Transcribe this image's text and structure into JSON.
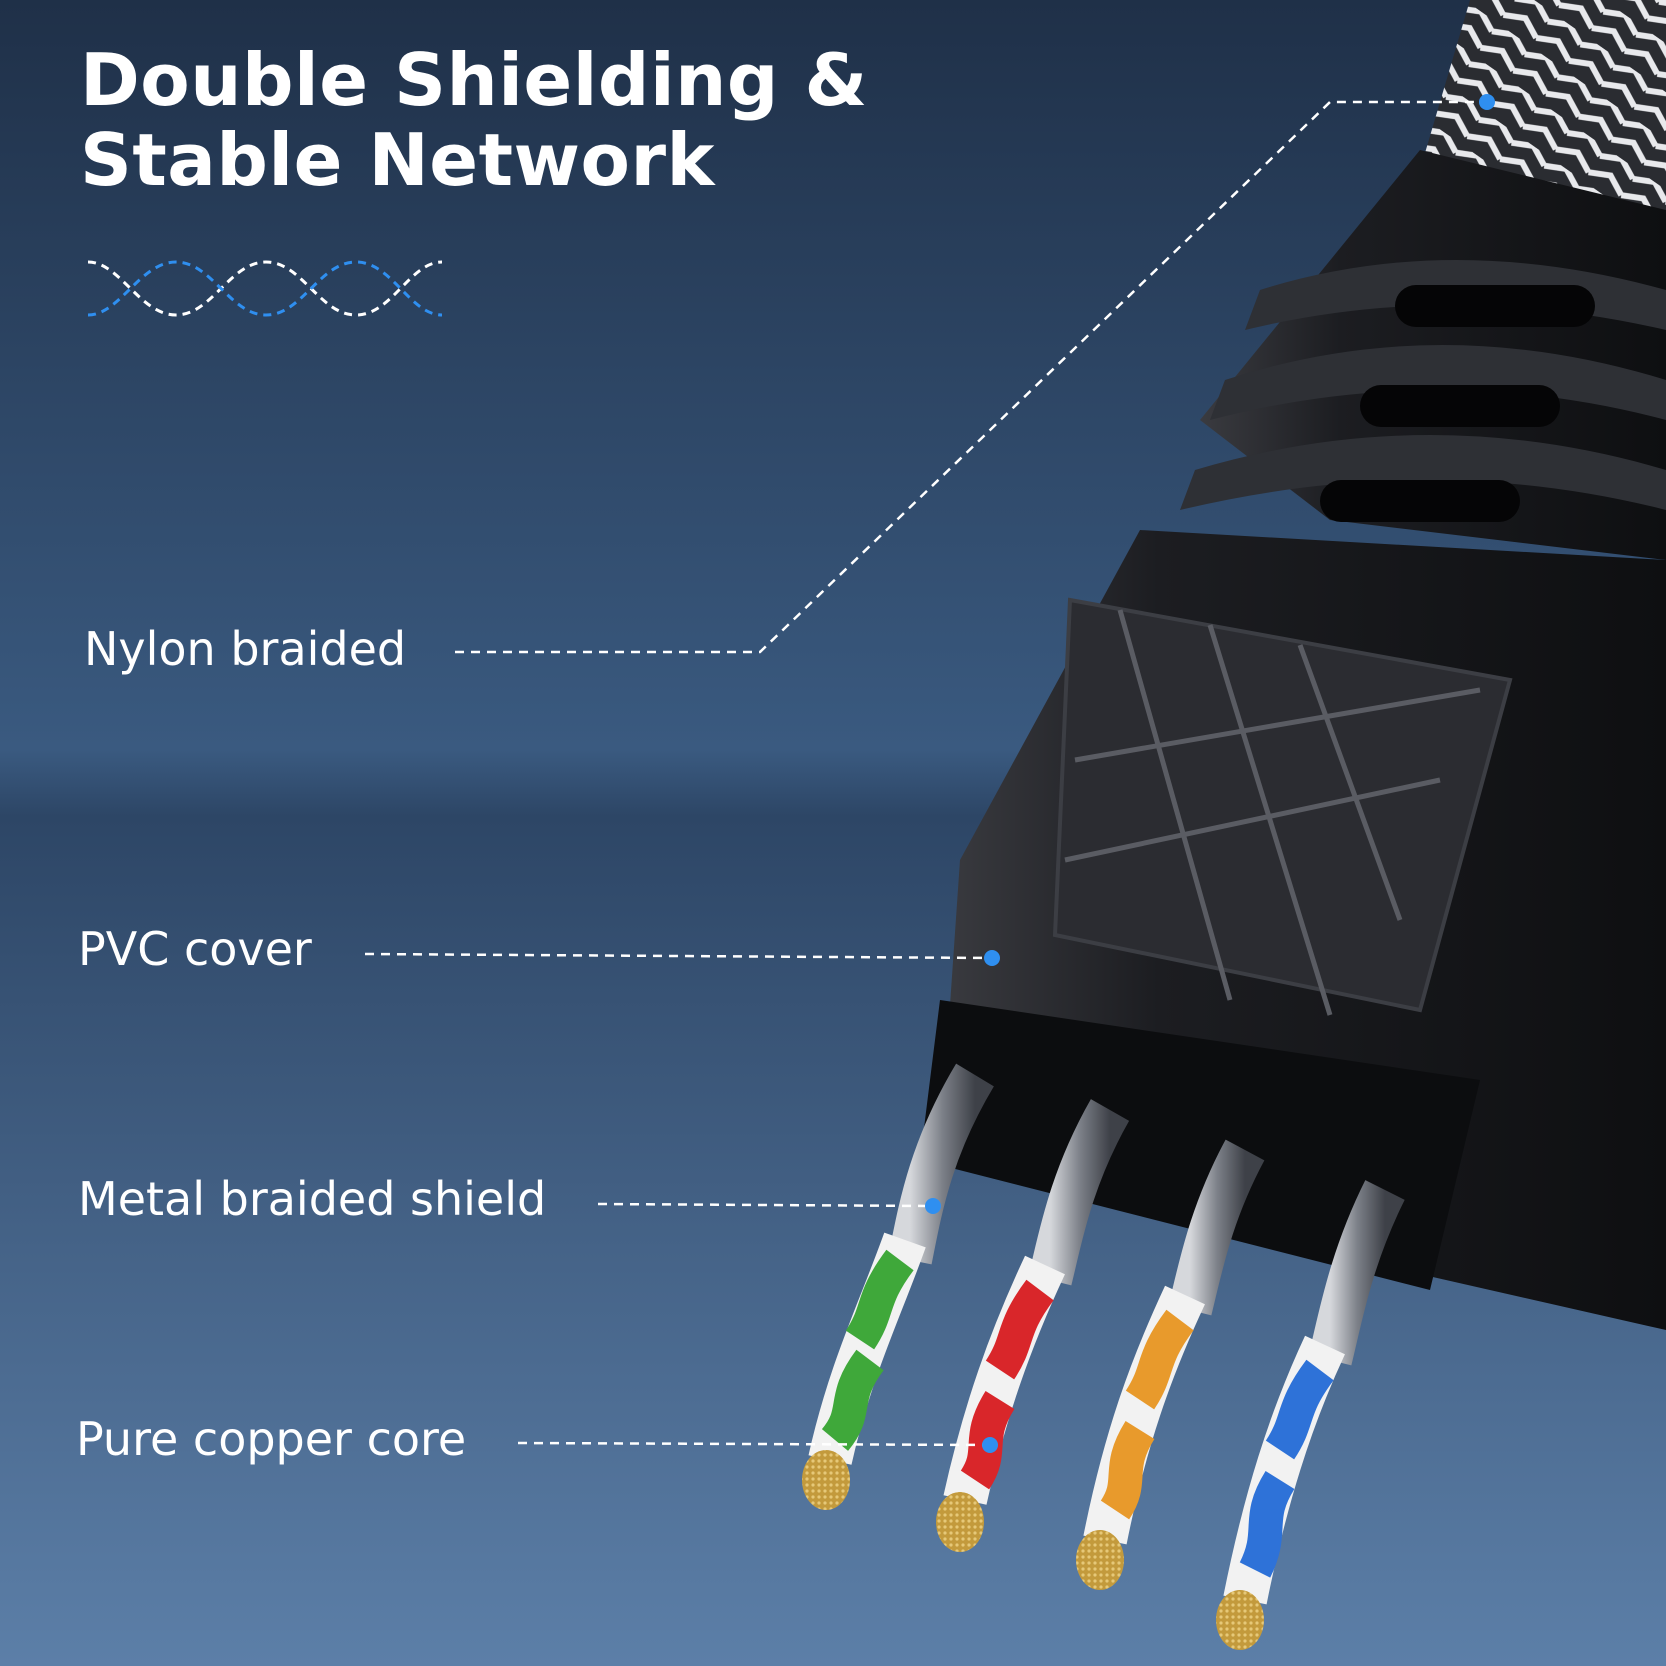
{
  "headline": {
    "line1": "Double Shielding &",
    "line2": "Stable Network"
  },
  "callouts": [
    {
      "id": "nylon",
      "label": "Nylon braided"
    },
    {
      "id": "pvc",
      "label": "PVC cover"
    },
    {
      "id": "metal",
      "label": "Metal braided shield"
    },
    {
      "id": "copper",
      "label": "Pure copper core"
    }
  ],
  "colors": {
    "background_top": "#1f3048",
    "background_bottom": "#5c7fa8",
    "text": "#ffffff",
    "accent_blue": "#2f8ff0",
    "wire_green": "#3fa83a",
    "wire_red": "#d9262a",
    "wire_orange": "#e89a2c",
    "wire_blue": "#2e72d8",
    "connector_black": "#1a1b1e",
    "copper": "#c8a24a"
  },
  "icons": [
    "twisted-pair-icon",
    "callout-dot-icon",
    "ethernet-connector-illustration"
  ]
}
